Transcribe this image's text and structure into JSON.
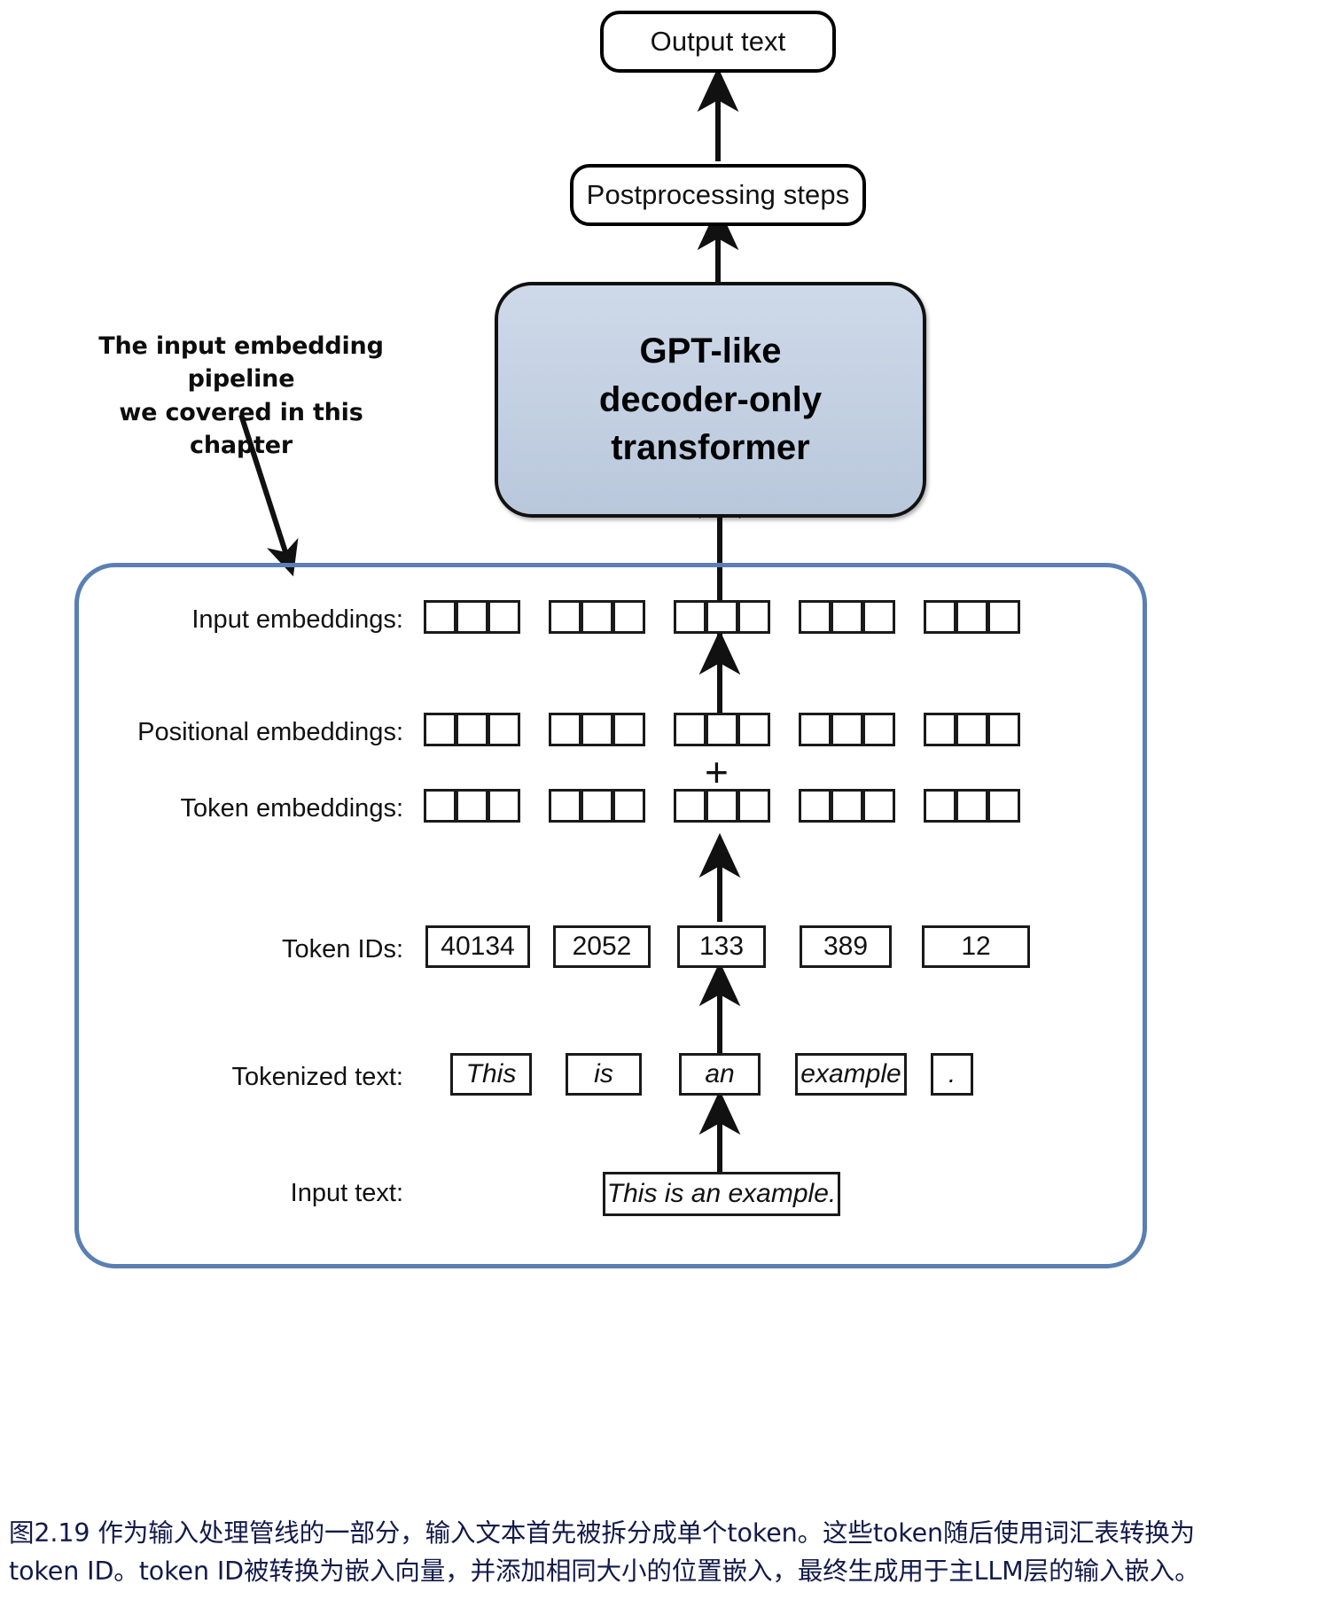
{
  "figure": {
    "top_flow": {
      "output_box_label": "Output text",
      "postprocessing_box_label": "Postprocessing steps",
      "model_box_label": "GPT-like\ndecoder-only\ntransformer"
    },
    "callout": {
      "text": "The input embedding pipeline\nwe covered in this chapter"
    },
    "pipeline": {
      "rows": [
        {
          "label": "Input embeddings:",
          "kind": "embedding"
        },
        {
          "label": "Positional embeddings:",
          "kind": "embedding"
        },
        {
          "label": "Token embeddings:",
          "kind": "embedding"
        },
        {
          "label": "Token IDs:",
          "kind": "values"
        },
        {
          "label": "Tokenized text:",
          "kind": "values"
        },
        {
          "label": "Input text:",
          "kind": "values"
        }
      ],
      "row_labels": {
        "input_embeddings": "Input embeddings:",
        "positional_embeddings": "Positional embeddings:",
        "token_embeddings": "Token embeddings:",
        "token_ids": "Token IDs:",
        "tokenized_text": "Tokenized text:",
        "input_text": "Input text:"
      },
      "cells_per_group": 3,
      "num_groups": 5,
      "token_ids": [
        "40134",
        "2052",
        "133",
        "389",
        "12"
      ],
      "tokenized_text": [
        "This",
        "is",
        "an",
        "example",
        "."
      ],
      "input_text": "This is an example.",
      "plus_symbol": "+"
    },
    "colors": {
      "container_border": "#5a7fb4",
      "model_fill": "#c6d2e3",
      "outline": "#111111",
      "caption_text": "#131a4a"
    }
  },
  "caption": {
    "line1": "图2.19 作为输入处理管线的一部分，输入文本首先被拆分成单个token。这些token随后使用词汇表转换为",
    "line2": "token ID。token ID被转换为嵌入向量，并添加相同大小的位置嵌入，最终生成用于主LLM层的输入嵌入。"
  }
}
